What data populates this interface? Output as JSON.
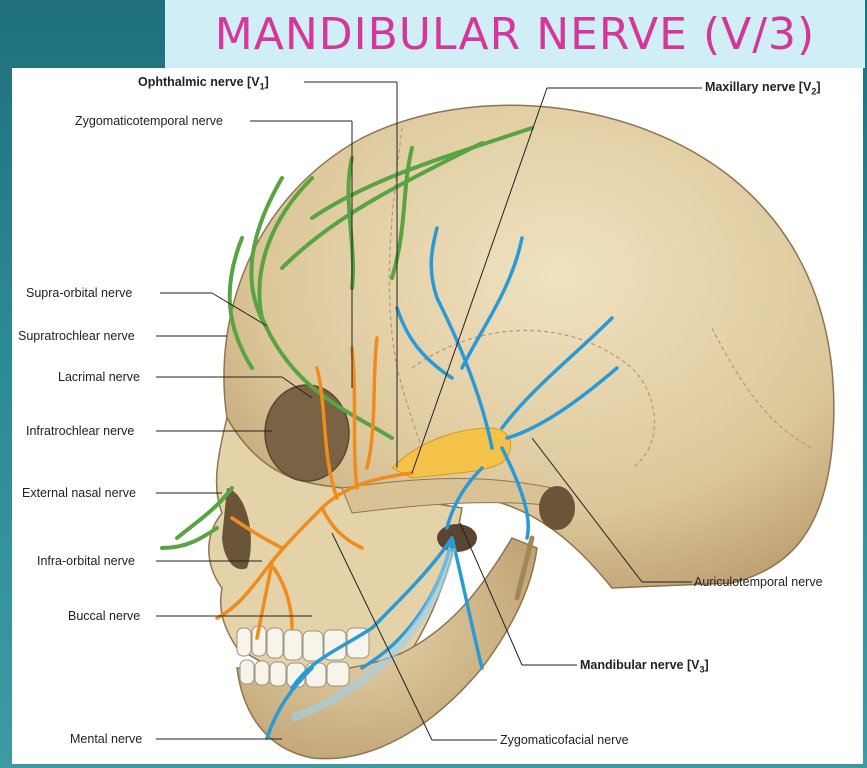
{
  "title": "MANDIBULAR NERVE (V/3)",
  "labels": {
    "ophthalmic": "Ophthalmic nerve [V",
    "ophthalmic_sub": "1",
    "maxillary": "Maxillary nerve [V",
    "maxillary_sub": "2",
    "zygomaticotemporal": "Zygomaticotemporal nerve",
    "supraorbital": "Supra-orbital nerve",
    "supratrochlear": "Supratrochlear nerve",
    "lacrimal": "Lacrimal nerve",
    "infratrochlear": "Infratrochlear nerve",
    "external_nasal": "External nasal nerve",
    "infraorbital": "Infra-orbital nerve",
    "buccal": "Buccal nerve",
    "mental": "Mental nerve",
    "auriculotemporal": "Auriculotemporal nerve",
    "mandibular": "Mandibular nerve [V",
    "mandibular_sub": "3",
    "zygomaticofacial": "Zygomaticofacial nerve"
  },
  "colors": {
    "skull": "#e2cfa5",
    "skull_shadow": "#c9b07f",
    "ophthalmic_nerve": "#5aa342",
    "maxillary_nerve": "#f08c1e",
    "mandibular_nerve": "#2a9ad6",
    "ganglion": "#f5c24a",
    "title": "#d6359a"
  }
}
